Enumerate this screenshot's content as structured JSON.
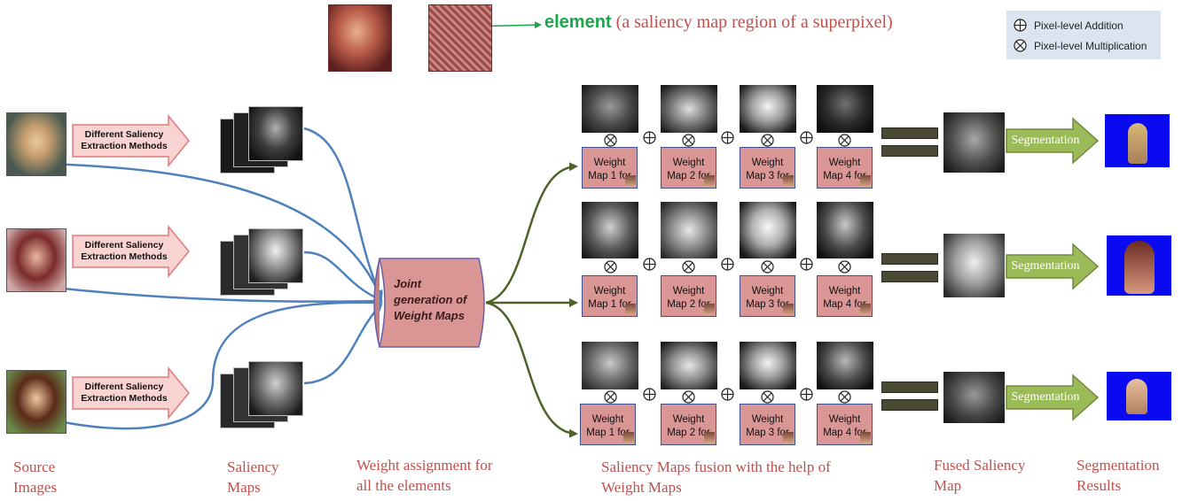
{
  "top": {
    "element_word": "element",
    "element_desc": " (a saliency map region of a superpixel)"
  },
  "legend": {
    "addition": "Pixel-level Addition",
    "multiplication": "Pixel-level Multiplication"
  },
  "extraction_label": "Different Saliency Extraction Methods",
  "joint_label": "Joint generation of Weight Maps",
  "weight_maps": [
    "Weight Map 1 for",
    "Weight Map 2 for",
    "Weight Map 3 for",
    "Weight Map 4 for"
  ],
  "segmentation_label": "Segmentation",
  "bottom_labels": {
    "source": "Source\nImages",
    "saliency": "Saliency\nMaps",
    "weight_assign": "Weight assignment for\nall the elements",
    "fusion": "Saliency Maps fusion with the help of\nWeight Maps",
    "fused": "Fused Saliency\nMap",
    "seg_results": "Segmentation\nResults"
  },
  "colors": {
    "blue_arrow": "#4f81bd",
    "green_arrow": "#4f6228",
    "pink_arrow": "#f2a9a8",
    "seg_arrow": "#9bbb59",
    "label_red": "#c0504d",
    "element_green": "#1aa64a",
    "weight_box": "#d99694",
    "legend_bg": "#dbe5f1",
    "seg_background": "#0a0af0"
  }
}
